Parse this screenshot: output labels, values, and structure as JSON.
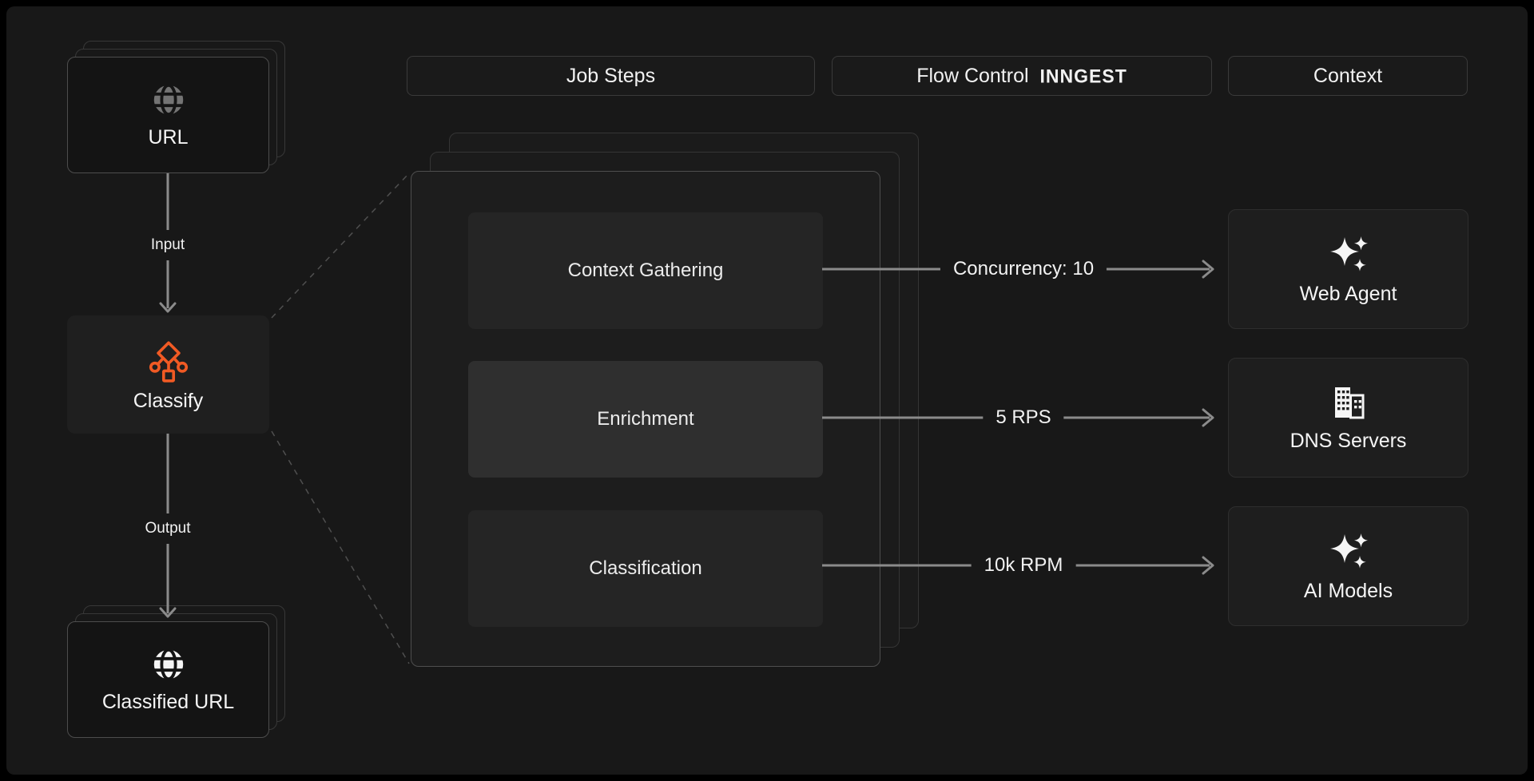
{
  "headers": {
    "job_steps": "Job Steps",
    "flow_control": "Flow Control",
    "brand": "INNGEST",
    "context": "Context"
  },
  "left": {
    "input_card": {
      "label": "URL",
      "icon": "globe-icon"
    },
    "input_label": "Input",
    "process": {
      "label": "Classify",
      "icon": "classify-network-icon"
    },
    "output_label": "Output",
    "output_card": {
      "label": "Classified URL",
      "icon": "globe-icon"
    }
  },
  "steps": [
    {
      "label": "Context Gathering"
    },
    {
      "label": "Enrichment"
    },
    {
      "label": "Classification"
    }
  ],
  "flow_labels": [
    "Concurrency: 10",
    "5 RPS",
    "10k RPM"
  ],
  "context_cards": [
    {
      "label": "Web Agent",
      "icon": "sparkles-icon"
    },
    {
      "label": "DNS Servers",
      "icon": "building-icon"
    },
    {
      "label": "AI Models",
      "icon": "sparkles-icon"
    }
  ],
  "colors": {
    "background": "#181818",
    "accent_orange": "#F15A24",
    "arrow_gray": "#8B8B8B",
    "text": "#F5F5F5"
  }
}
